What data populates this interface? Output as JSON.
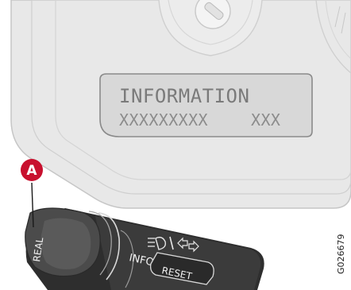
{
  "display": {
    "line1": "INFORMATION",
    "line2_left": "XXXXXXXXX",
    "line2_right": "XXX"
  },
  "stalk": {
    "real_label": "REAL",
    "info_label": "INFO",
    "reset_label": "RESET",
    "light_symbol_icon": "headlight-icon",
    "arrows_icon": "turn-indicator-icon"
  },
  "callout": {
    "label": "A",
    "color": "#c8102e"
  },
  "figure_id": "G026679",
  "colors": {
    "background": "#ffffff",
    "panel_fill": "#e6e6e6",
    "lcd_fill": "#d6d6d6",
    "stalk_dark": "#3a3a3a"
  }
}
